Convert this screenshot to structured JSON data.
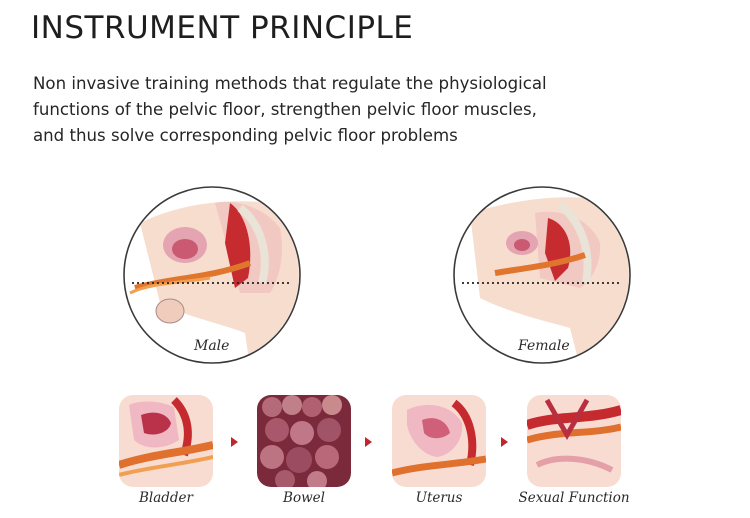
{
  "header": {
    "title": "INSTRUMENT PRINCIPLE",
    "description_lines": [
      "Non invasive training methods that regulate the physiological",
      "functions of the pelvic floor, strengthen pelvic floor muscles,",
      "and thus solve corresponding pelvic floor problems"
    ]
  },
  "diagrams": {
    "male_label": "Male",
    "female_label": "Female"
  },
  "organs": [
    {
      "label": "Bladder"
    },
    {
      "label": "Bowel"
    },
    {
      "label": "Uterus"
    },
    {
      "label": "Sexual Function"
    }
  ],
  "colors": {
    "accent_red": "#c0262b",
    "skin": "#f6dccc",
    "tissue_pink": "#e8a7b3"
  }
}
